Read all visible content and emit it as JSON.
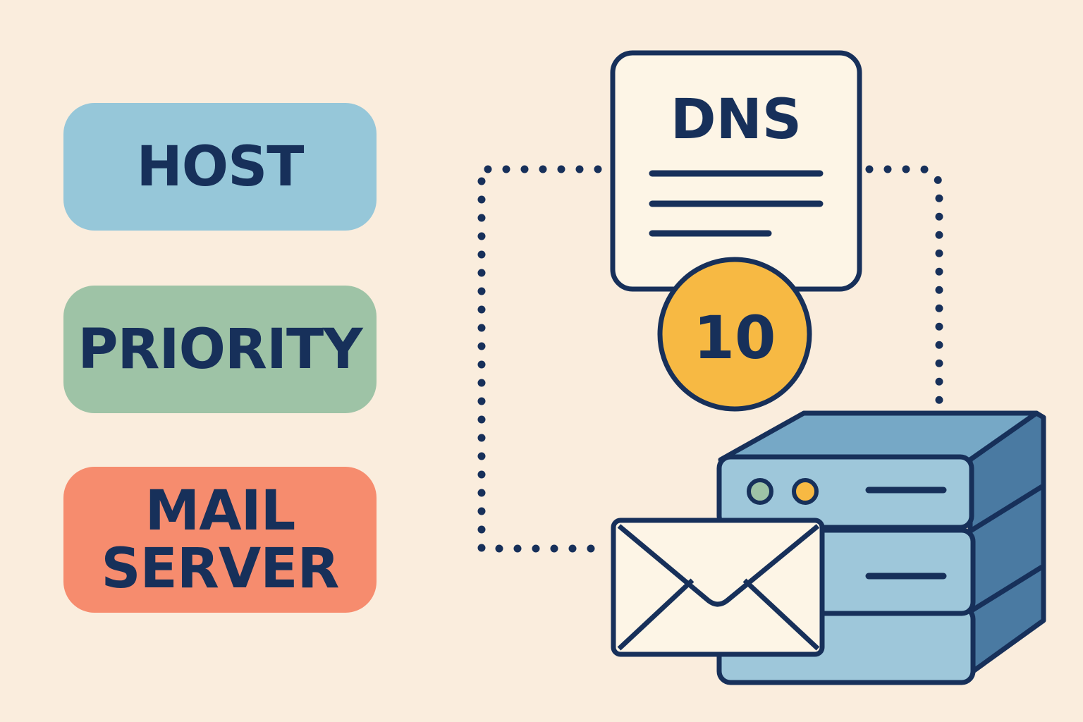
{
  "colors": {
    "background": "#faeddd",
    "ink": "#17305a",
    "host": "#96c7d9",
    "priority": "#9ec3a6",
    "mail_server": "#f68c6e",
    "document": "#fdf5e6",
    "badge": "#f7b943",
    "server_front": "#9ec7da",
    "server_top": "#76a8c6",
    "server_side": "#4a7aa2",
    "indicator_green": "#9ec3a6",
    "indicator_yellow": "#f7b943"
  },
  "labels": {
    "host": "HOST",
    "priority": "PRIORITY",
    "mail_server_line1": "MAIL",
    "mail_server_line2": "SERVER"
  },
  "dns_record": {
    "title": "DNS",
    "priority_value": "10"
  },
  "icons": {
    "document": "dns-document-icon",
    "badge": "priority-badge",
    "envelope": "envelope-icon",
    "server": "server-stack-icon"
  }
}
